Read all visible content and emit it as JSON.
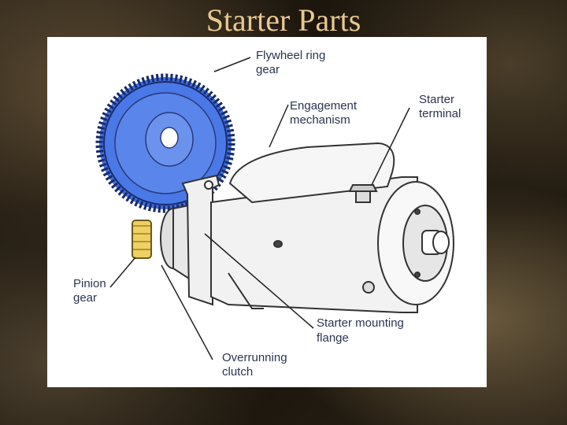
{
  "slide": {
    "title": "Starter Parts"
  },
  "labels": {
    "flywheel_1": "Flywheel ring",
    "flywheel_2": "gear",
    "engagement_1": "Engagement",
    "engagement_2": "mechanism",
    "terminal_1": "Starter",
    "terminal_2": "terminal",
    "pinion_1": "Pinion",
    "pinion_2": "gear",
    "mounting_1": "Starter mounting",
    "mounting_2": "flange",
    "clutch_1": "Overrunning",
    "clutch_2": "clutch"
  },
  "colors": {
    "flywheel": "#3f6fe0",
    "pinion": "#f0d060",
    "title": "#e8c890"
  }
}
